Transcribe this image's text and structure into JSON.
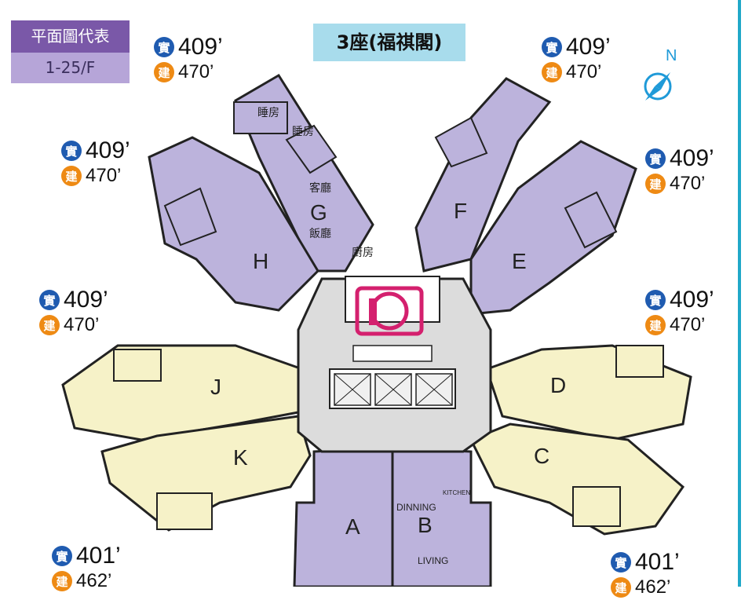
{
  "header": {
    "label": "平面圖代表",
    "floors": "1-25/F"
  },
  "title": "3座(福祺閣)",
  "badges": {
    "net": "實",
    "gross": "建"
  },
  "areas": [
    {
      "id": "g-top-left",
      "net": "409’",
      "gross": "470’"
    },
    {
      "id": "f-top-right",
      "net": "409’",
      "gross": "470’"
    },
    {
      "id": "h-left",
      "net": "409’",
      "gross": "470’"
    },
    {
      "id": "e-right",
      "net": "409’",
      "gross": "470’"
    },
    {
      "id": "j-left",
      "net": "409’",
      "gross": "470’"
    },
    {
      "id": "d-right",
      "net": "409’",
      "gross": "470’"
    },
    {
      "id": "a-bottom-left",
      "net": "401’",
      "gross": "462’"
    },
    {
      "id": "b-bottom-right",
      "net": "401’",
      "gross": "462’"
    }
  ],
  "compass": "N",
  "units": [
    "A",
    "B",
    "C",
    "D",
    "E",
    "F",
    "G",
    "H",
    "J",
    "K"
  ],
  "rooms": {
    "bedroom": "睡房",
    "living": "客廳",
    "dining": "飯廳",
    "kitchen": "廚房",
    "eng_dining": "DINNING",
    "eng_living": "LIVING",
    "eng_kitchen": "KITCHEN"
  },
  "colors": {
    "purple_unit": "#bcb3dc",
    "yellow_unit": "#f6f2c8",
    "core": "#dcdcdc",
    "header_dark": "#7a58a8",
    "header_light": "#b6a5d8",
    "title_bg": "#a8dcec",
    "net_badge": "#1f5bb0",
    "gross_badge": "#ee8a14",
    "logo": "#d4206e"
  }
}
